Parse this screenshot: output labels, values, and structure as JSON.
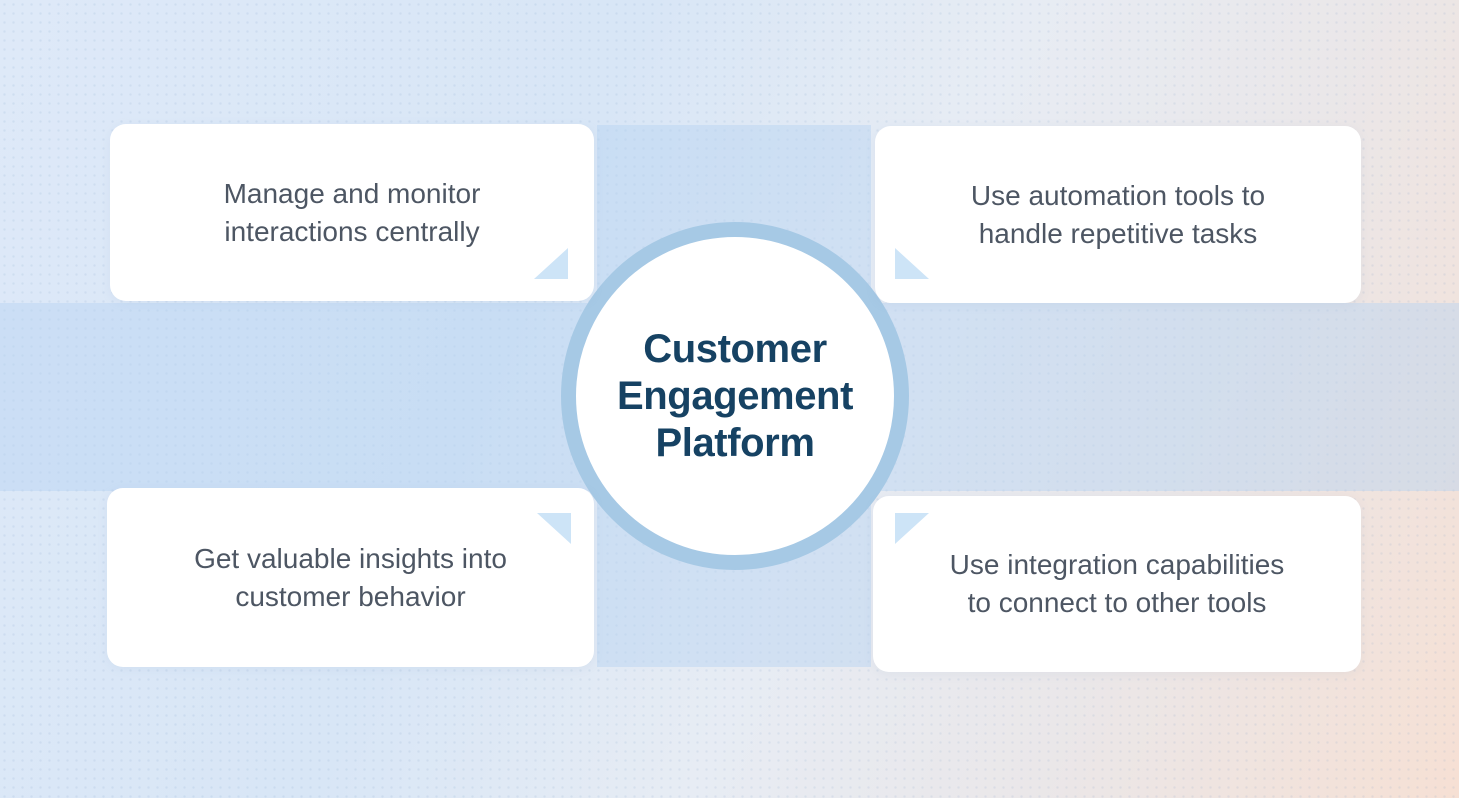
{
  "center": {
    "title": "Customer Engagement Platform",
    "lines": [
      "Customer",
      "Engagement",
      "Platform"
    ]
  },
  "cards": [
    {
      "id": "top-left",
      "text": "Manage and monitor interactions centrally",
      "lines": [
        "Manage and monitor",
        "interactions centrally"
      ]
    },
    {
      "id": "top-right",
      "text": "Use automation tools to handle repetitive tasks",
      "lines": [
        "Use automation tools to",
        "handle repetitive tasks"
      ]
    },
    {
      "id": "bottom-left",
      "text": "Get valuable insights into customer behavior",
      "lines": [
        "Get valuable insights into",
        "customer behavior"
      ]
    },
    {
      "id": "bottom-right",
      "text": "Use integration capabilities to connect to other tools",
      "lines": [
        "Use integration capabilities",
        "to connect to other tools"
      ]
    }
  ],
  "colors": {
    "circle_ring": "#a6c9e5",
    "circle_fill": "#ffffff",
    "title_text": "#164263",
    "card_text": "#4d5663",
    "card_background": "#ffffff",
    "corner_triangle": "#cde4f7",
    "band_overlay": "rgba(182,211,241,0.45)",
    "background_left": "#d9e7f7",
    "background_right": "#f6e0d4"
  }
}
